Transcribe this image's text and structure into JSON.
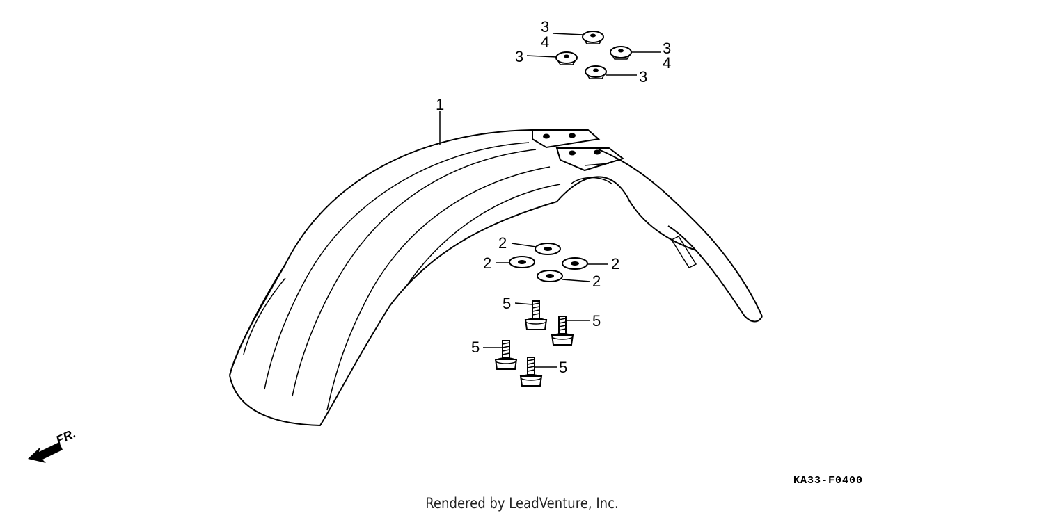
{
  "diagram": {
    "callouts": {
      "c1": "1",
      "c2a": "2",
      "c2b": "2",
      "c2c": "2",
      "c2d": "2",
      "c3a": "3",
      "c3b": "3",
      "c3c": "3",
      "c3d": "3",
      "c4a": "4",
      "c4b": "4",
      "c5a": "5",
      "c5b": "5",
      "c5c": "5",
      "c5d": "5"
    },
    "direction_label": "FR.",
    "drawing_code": "KA33-F0400"
  },
  "footer": {
    "credit": "Rendered by LeadVenture, Inc."
  }
}
